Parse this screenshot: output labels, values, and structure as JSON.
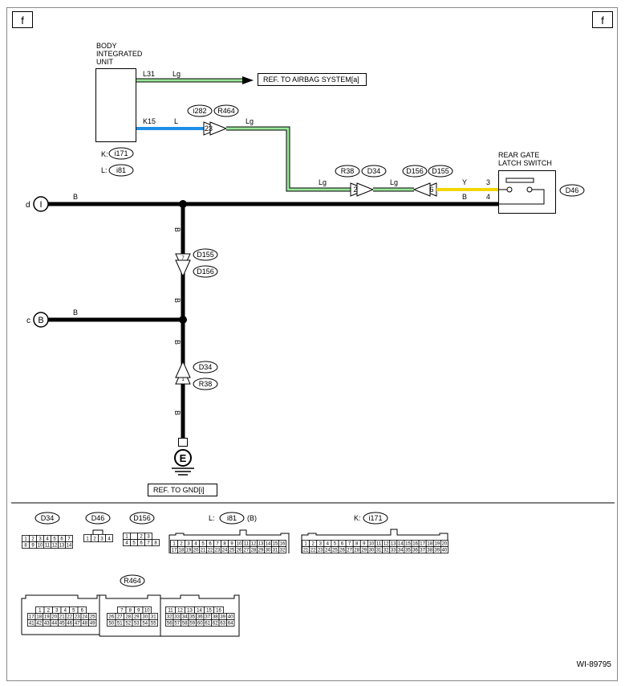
{
  "page": {
    "corner_left": "f",
    "corner_right": "f",
    "doc_id": "WI-89795"
  },
  "colors": {
    "Lg": "#99e699",
    "L": "#1f8fe8",
    "Y": "#f2d600",
    "B": "#000000"
  },
  "body_unit": {
    "title_lines": [
      "BODY",
      "INTEGRATED",
      "UNIT"
    ],
    "pin_top": "L31",
    "pin_top_color": "Lg",
    "pin_mid": "K15",
    "pin_mid_color": "L",
    "conn_k_prefix": "K:",
    "conn_k": "i171",
    "conn_l_prefix": "L:",
    "conn_l": "i81"
  },
  "airbag_ref": "REF. TO AIRBAG SYSTEM[a]",
  "joint_23": {
    "pin": "23",
    "conn_a": "i282",
    "conn_b": "R464",
    "wire_out": "Lg"
  },
  "joint_2": {
    "pin": "2",
    "conn_a": "R38",
    "conn_b": "D34",
    "wire_in": "Lg",
    "wire_out": "Lg"
  },
  "joint_6": {
    "pin": "6",
    "conn_a": "D156",
    "conn_b": "D155"
  },
  "latch_switch": {
    "title_lines": [
      "REAR GATE",
      "LATCH SWITCH"
    ],
    "connector": "D46",
    "wire_y": "Y",
    "pin_3": "3",
    "wire_b": "B",
    "pin_4": "4"
  },
  "node_d": {
    "letter": "d",
    "symbol": "I",
    "wire": "B"
  },
  "node_c": {
    "letter": "c",
    "symbol": "B",
    "wire": "B"
  },
  "joint_7": {
    "pin": "7",
    "conn_a": "D155",
    "conn_b": "D156"
  },
  "joint_1": {
    "pin": "1",
    "conn_a": "D34",
    "conn_b": "R38"
  },
  "vertical_wire_label": "B",
  "ground": {
    "symbol": "E",
    "ref": "REF. TO GND[i]"
  },
  "connectors": {
    "d34": {
      "label": "D34",
      "row1": [
        "1",
        "2",
        "3",
        "4",
        "5",
        "6",
        "7"
      ],
      "row2": [
        "8",
        "9",
        "10",
        "11",
        "12",
        "13",
        "14"
      ]
    },
    "d46": {
      "label": "D46",
      "row1": [
        "1",
        "2",
        "3",
        "4"
      ]
    },
    "d156": {
      "label": "D156",
      "row1": [
        "1",
        "",
        "2",
        "3"
      ],
      "row2": [
        "4",
        "5",
        "6",
        "7",
        "8"
      ]
    },
    "i81": {
      "prefix": "L:",
      "label": "i81",
      "suffix": "(B)",
      "row1": [
        "1",
        "2",
        "3",
        "4",
        "5",
        "6",
        "7",
        "8",
        "9",
        "10",
        "11",
        "12",
        "13",
        "14",
        "15",
        "16"
      ],
      "row2": [
        "17",
        "18",
        "19",
        "20",
        "21",
        "22",
        "23",
        "24",
        "25",
        "26",
        "27",
        "28",
        "29",
        "30",
        "31",
        "32"
      ]
    },
    "i171": {
      "prefix": "K:",
      "label": "i171",
      "row1": [
        "1",
        "2",
        "3",
        "4",
        "5",
        "6",
        "7",
        "8",
        "9",
        "10",
        "11",
        "12",
        "13",
        "14",
        "15",
        "16",
        "17",
        "18",
        "19",
        "20"
      ],
      "row2": [
        "21",
        "22",
        "23",
        "24",
        "25",
        "26",
        "27",
        "28",
        "29",
        "30",
        "31",
        "32",
        "33",
        "34",
        "35",
        "36",
        "37",
        "38",
        "39",
        "40"
      ]
    },
    "r464": {
      "label": "R464",
      "a1": [
        "1",
        "2",
        "3",
        "4",
        "5",
        "6"
      ],
      "a2": [
        "17",
        "18",
        "19",
        "20",
        "21",
        "22",
        "23",
        "24",
        "25"
      ],
      "a3": [
        "41",
        "42",
        "43",
        "44",
        "45",
        "46",
        "47",
        "48",
        "49"
      ],
      "b1": [
        "7",
        "8",
        "9",
        "10"
      ],
      "b2": [
        "26",
        "27",
        "28",
        "29",
        "30",
        "31"
      ],
      "b3": [
        "50",
        "51",
        "52",
        "53",
        "54",
        "55"
      ],
      "c1": [
        "11",
        "12",
        "13",
        "14",
        "15",
        "16"
      ],
      "c2": [
        "32",
        "33",
        "34",
        "35",
        "36",
        "37",
        "38",
        "39",
        "40"
      ],
      "c3": [
        "56",
        "57",
        "58",
        "59",
        "60",
        "61",
        "62",
        "63",
        "64"
      ]
    }
  }
}
